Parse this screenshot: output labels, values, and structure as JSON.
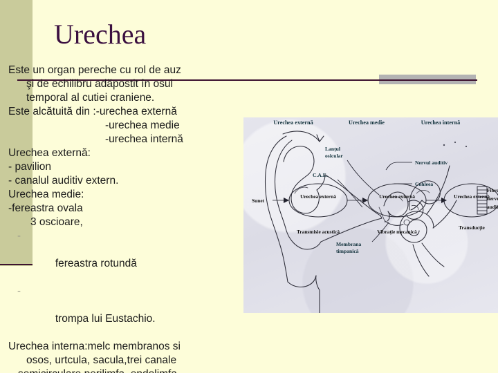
{
  "slide": {
    "title": "Urechea",
    "background_color": "#fdfdd9",
    "side_band_color": "#c9cb9b",
    "rule_color": "#3d1230",
    "title_color": "#3b1040"
  },
  "body": {
    "lines": [
      {
        "text": "Este un organ pereche cu rol de auz",
        "indent": "none",
        "bullet": "none"
      },
      {
        "text": "şi de echilibru adăpostit în osul",
        "indent": "ind1",
        "bullet": "none"
      },
      {
        "text": "temporal al cutiei craniene.",
        "indent": "ind1",
        "bullet": "none"
      },
      {
        "text": "Este alcătuită din :-urechea externă",
        "indent": "none",
        "bullet": "none"
      },
      {
        "text": "-urechea medie",
        "indent": "ind2",
        "bullet": "none"
      },
      {
        "text": "-urechea internă",
        "indent": "ind2",
        "bullet": "none"
      },
      {
        "text": "Urechea externă:",
        "indent": "none",
        "bullet": "none"
      },
      {
        "text": "- pavilion",
        "indent": "none",
        "bullet": "none"
      },
      {
        "text": "- canalul auditiv extern.",
        "indent": "none",
        "bullet": "none"
      },
      {
        "text": "Urechea medie:",
        "indent": "none",
        "bullet": "none"
      },
      {
        "text": "-fereastra ovala",
        "indent": "none",
        "bullet": "none"
      },
      {
        "text": "3 oscioare,",
        "indent": "ind3",
        "bullet": "none"
      },
      {
        "text": "fereastra rotundă",
        "indent": "none",
        "bullet": "dash"
      },
      {
        "text": "trompa lui Eustachio.",
        "indent": "none",
        "bullet": "dash"
      },
      {
        "text": "Urechea interna:melc membranos si",
        "indent": "none",
        "bullet": "none"
      },
      {
        "text": "osos, urtcula, sacula,trei canale",
        "indent": "ind1",
        "bullet": "none"
      },
      {
        "text": "semicirculare,perilimfa ,endolimfa.",
        "indent": "ind4",
        "bullet": "none"
      }
    ],
    "bullet_dash": "-"
  },
  "figure": {
    "panel_background": "#e2e2ea",
    "anatomy": {
      "headers": [
        "Urechea externă",
        "Urechea medie",
        "Urechea internă"
      ],
      "labels": [
        "Lanţul",
        "osicular",
        "C.A.E.",
        "Membrana",
        "timpanică",
        "Nervul auditiv",
        "Cohleea"
      ]
    },
    "flowchart": {
      "input_label": "Sunet",
      "nodes": [
        "Urechea externă",
        "Urechea externă",
        "Urechea externă"
      ],
      "captions": [
        "Transmisie acustică",
        "Vibraţie mecanică",
        "Transducţie"
      ],
      "output_lines": [
        "Fibrele",
        "nervului",
        "auditiv"
      ]
    }
  }
}
